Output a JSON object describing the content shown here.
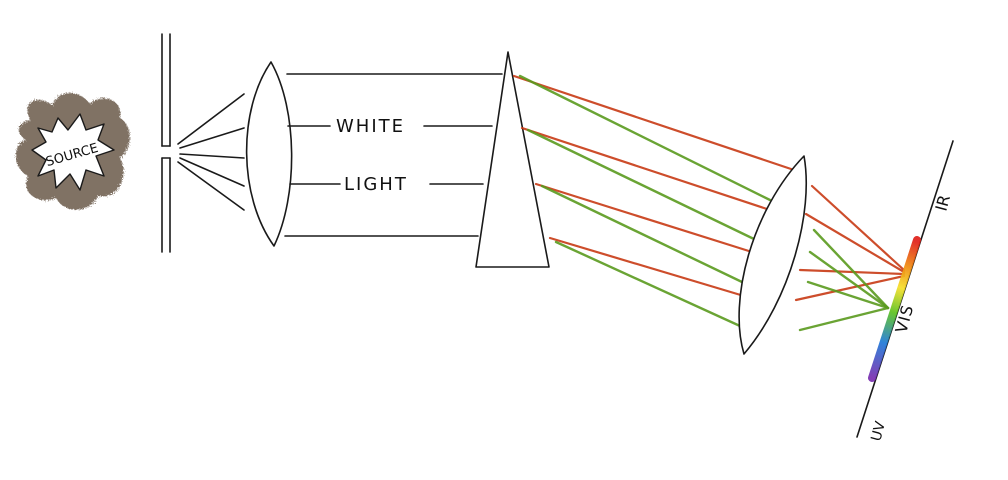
{
  "labels": {
    "source": "SOURCE",
    "white": "WHITE",
    "light": "LIGHT",
    "ir": "IR",
    "vis": "VIS",
    "uv": "UV"
  },
  "colors": {
    "red_ray": "#c83a14",
    "green_ray": "#5a9a1e",
    "source_smudge": "#6b5a4a"
  },
  "spectrum_colors": [
    "#e0201a",
    "#f08a10",
    "#f6e02a",
    "#5cc21e",
    "#1f7ad8",
    "#7a2fb0"
  ]
}
